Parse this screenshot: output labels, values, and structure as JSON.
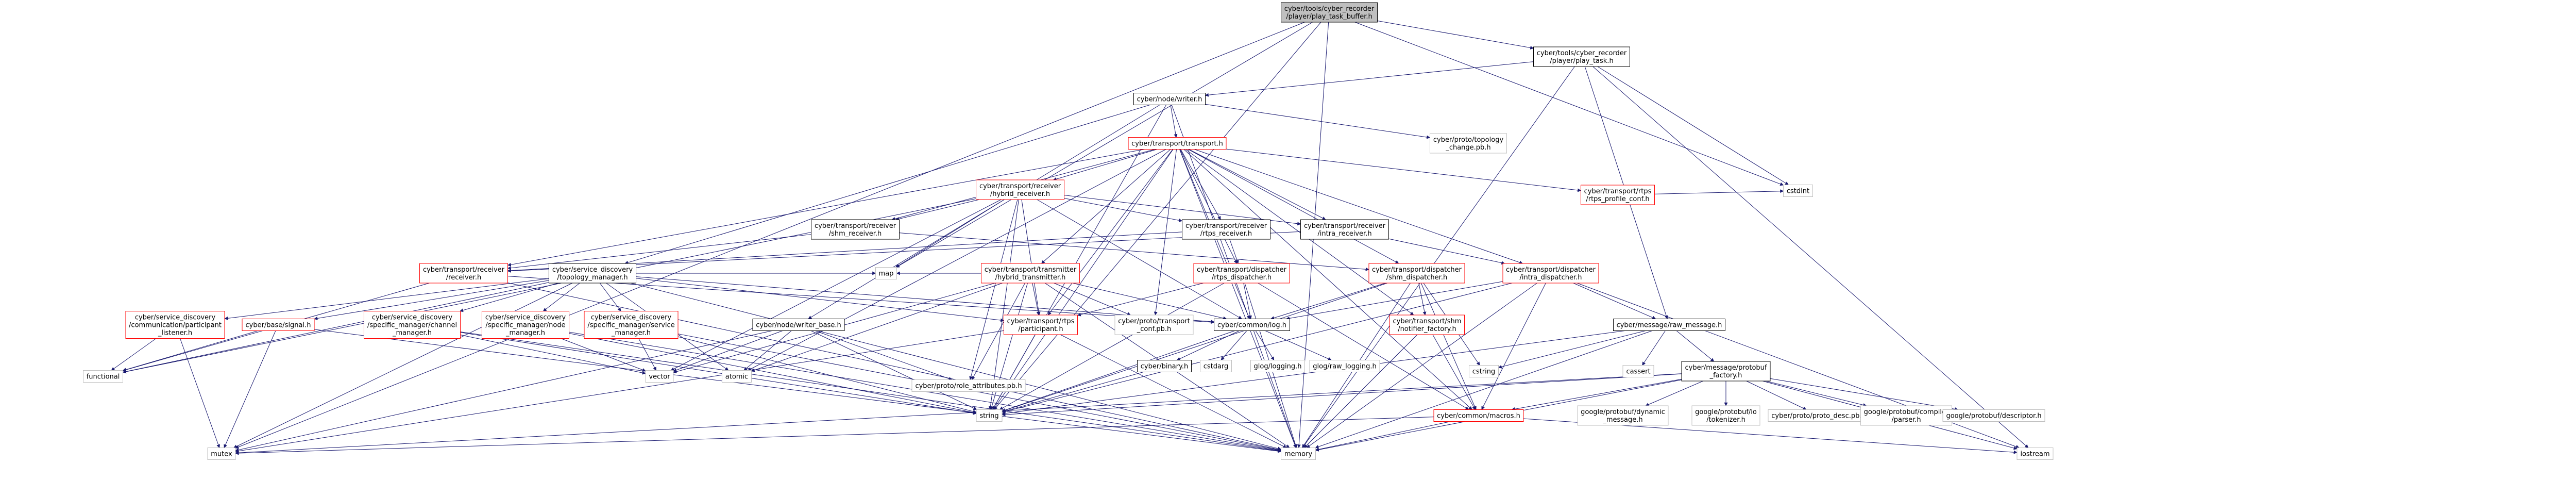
{
  "graph": {
    "root": "n0",
    "nodes": [
      {
        "id": "n0",
        "lines": [
          "cyber/tools/cyber_recorder",
          "/player/play_task_buffer.h"
        ],
        "style": "root"
      },
      {
        "id": "n1",
        "lines": [
          "cyber/tools/cyber_recorder",
          "/player/play_task.h"
        ],
        "style": "plain"
      },
      {
        "id": "n2",
        "lines": [
          "cyber/node/writer.h"
        ],
        "style": "plain"
      },
      {
        "id": "n3",
        "lines": [
          "cyber/transport/transport.h"
        ],
        "style": "red"
      },
      {
        "id": "n4",
        "lines": [
          "cyber/transport/receiver",
          "/hybrid_receiver.h"
        ],
        "style": "red"
      },
      {
        "id": "n5",
        "lines": [
          "cyber/transport/receiver",
          "/shm_receiver.h"
        ],
        "style": "plain"
      },
      {
        "id": "n6",
        "lines": [
          "cyber/transport/receiver",
          "/rtps_receiver.h"
        ],
        "style": "plain"
      },
      {
        "id": "n7",
        "lines": [
          "cyber/transport/receiver",
          "/intra_receiver.h"
        ],
        "style": "plain"
      },
      {
        "id": "n8",
        "lines": [
          "cyber/transport/rtps",
          "/rtps_profile_conf.h"
        ],
        "style": "red"
      },
      {
        "id": "n9",
        "lines": [
          "cyber/proto/topology",
          "_change.pb.h"
        ],
        "style": "gray"
      },
      {
        "id": "n10",
        "lines": [
          "cyber/transport/receiver",
          "/receiver.h"
        ],
        "style": "red"
      },
      {
        "id": "n11",
        "lines": [
          "cyber/service_discovery",
          "/topology_manager.h"
        ],
        "style": "plain"
      },
      {
        "id": "n12",
        "lines": [
          "cyber/transport/transmitter",
          "/hybrid_transmitter.h"
        ],
        "style": "red"
      },
      {
        "id": "n13",
        "lines": [
          "cyber/transport/dispatcher",
          "/rtps_dispatcher.h"
        ],
        "style": "red"
      },
      {
        "id": "n14",
        "lines": [
          "cyber/transport/dispatcher",
          "/shm_dispatcher.h"
        ],
        "style": "red"
      },
      {
        "id": "n15",
        "lines": [
          "cyber/transport/dispatcher",
          "/intra_dispatcher.h"
        ],
        "style": "red"
      },
      {
        "id": "n16",
        "lines": [
          "cyber/service_discovery",
          "/communication/participant",
          "_listener.h"
        ],
        "style": "red"
      },
      {
        "id": "n17",
        "lines": [
          "cyber/base/signal.h"
        ],
        "style": "red"
      },
      {
        "id": "n18",
        "lines": [
          "cyber/service_discovery",
          "/specific_manager/channel",
          "_manager.h"
        ],
        "style": "red"
      },
      {
        "id": "n19",
        "lines": [
          "cyber/service_discovery",
          "/specific_manager/node",
          "_manager.h"
        ],
        "style": "red"
      },
      {
        "id": "n20",
        "lines": [
          "cyber/service_discovery",
          "/specific_manager/service",
          "_manager.h"
        ],
        "style": "red"
      },
      {
        "id": "n21",
        "lines": [
          "cyber/node/writer_base.h"
        ],
        "style": "plain"
      },
      {
        "id": "n22",
        "lines": [
          "cyber/transport/rtps",
          "/participant.h"
        ],
        "style": "red"
      },
      {
        "id": "n23",
        "lines": [
          "cyber/proto/transport",
          "_conf.pb.h"
        ],
        "style": "gray"
      },
      {
        "id": "n24",
        "lines": [
          "cyber/common/log.h"
        ],
        "style": "plain"
      },
      {
        "id": "n25",
        "lines": [
          "cyber/transport/shm",
          "/notifier_factory.h"
        ],
        "style": "red"
      },
      {
        "id": "n26",
        "lines": [
          "cyber/message/raw_message.h"
        ],
        "style": "plain"
      },
      {
        "id": "n27",
        "lines": [
          "cyber/binary.h"
        ],
        "style": "plain"
      },
      {
        "id": "n28",
        "lines": [
          "cstdarg"
        ],
        "style": "gray"
      },
      {
        "id": "n29",
        "lines": [
          "glog/logging.h"
        ],
        "style": "gray"
      },
      {
        "id": "n30",
        "lines": [
          "glog/raw_logging.h"
        ],
        "style": "gray"
      },
      {
        "id": "n31",
        "lines": [
          "cyber/proto/role_attributes.pb.h"
        ],
        "style": "gray"
      },
      {
        "id": "n32",
        "lines": [
          "cyber/message/protobuf",
          "_factory.h"
        ],
        "style": "plain"
      },
      {
        "id": "n33",
        "lines": [
          "cyber/common/macros.h"
        ],
        "style": "red"
      },
      {
        "id": "n34",
        "lines": [
          "functional"
        ],
        "style": "gray"
      },
      {
        "id": "n35",
        "lines": [
          "vector"
        ],
        "style": "gray"
      },
      {
        "id": "n36",
        "lines": [
          "atomic"
        ],
        "style": "gray"
      },
      {
        "id": "n37",
        "lines": [
          "map"
        ],
        "style": "gray"
      },
      {
        "id": "n38",
        "lines": [
          "string"
        ],
        "style": "gray"
      },
      {
        "id": "n39",
        "lines": [
          "mutex"
        ],
        "style": "gray"
      },
      {
        "id": "n40",
        "lines": [
          "memory"
        ],
        "style": "gray"
      },
      {
        "id": "n41",
        "lines": [
          "cstring"
        ],
        "style": "gray"
      },
      {
        "id": "n42",
        "lines": [
          "cassert"
        ],
        "style": "gray"
      },
      {
        "id": "n43",
        "lines": [
          "google/protobuf/dynamic",
          "_message.h"
        ],
        "style": "gray"
      },
      {
        "id": "n44",
        "lines": [
          "google/protobuf/io",
          "/tokenizer.h"
        ],
        "style": "gray"
      },
      {
        "id": "n45",
        "lines": [
          "cyber/proto/proto_desc.pb.h"
        ],
        "style": "gray"
      },
      {
        "id": "n46",
        "lines": [
          "google/protobuf/compiler",
          "/parser.h"
        ],
        "style": "gray"
      },
      {
        "id": "n47",
        "lines": [
          "google/protobuf/descriptor.h"
        ],
        "style": "gray"
      },
      {
        "id": "n48",
        "lines": [
          "iostream"
        ],
        "style": "gray"
      },
      {
        "id": "n49",
        "lines": [
          "cstdint"
        ],
        "style": "gray"
      }
    ],
    "edges": [
      [
        "n0",
        "n1"
      ],
      [
        "n0",
        "n39"
      ],
      [
        "n0",
        "n38"
      ],
      [
        "n0",
        "n40"
      ],
      [
        "n0",
        "n37"
      ],
      [
        "n0",
        "n49"
      ],
      [
        "n1",
        "n2"
      ],
      [
        "n1",
        "n26"
      ],
      [
        "n1",
        "n40"
      ],
      [
        "n1",
        "n49"
      ],
      [
        "n1",
        "n48"
      ],
      [
        "n2",
        "n3"
      ],
      [
        "n2",
        "n21"
      ],
      [
        "n2",
        "n11"
      ],
      [
        "n2",
        "n9"
      ],
      [
        "n2",
        "n40"
      ],
      [
        "n2",
        "n38"
      ],
      [
        "n3",
        "n4"
      ],
      [
        "n3",
        "n5"
      ],
      [
        "n3",
        "n6"
      ],
      [
        "n3",
        "n7"
      ],
      [
        "n3",
        "n8"
      ],
      [
        "n3",
        "n12"
      ],
      [
        "n3",
        "n13"
      ],
      [
        "n3",
        "n14"
      ],
      [
        "n3",
        "n15"
      ],
      [
        "n3",
        "n10"
      ],
      [
        "n3",
        "n22"
      ],
      [
        "n3",
        "n23"
      ],
      [
        "n3",
        "n24"
      ],
      [
        "n3",
        "n25"
      ],
      [
        "n3",
        "n33"
      ],
      [
        "n3",
        "n36"
      ],
      [
        "n3",
        "n40"
      ],
      [
        "n3",
        "n38"
      ],
      [
        "n4",
        "n5"
      ],
      [
        "n4",
        "n6"
      ],
      [
        "n4",
        "n7"
      ],
      [
        "n4",
        "n22"
      ],
      [
        "n4",
        "n24"
      ],
      [
        "n4",
        "n35"
      ],
      [
        "n4",
        "n37"
      ],
      [
        "n4",
        "n34"
      ],
      [
        "n4",
        "n38"
      ],
      [
        "n4",
        "n31"
      ],
      [
        "n5",
        "n10"
      ],
      [
        "n5",
        "n14"
      ],
      [
        "n6",
        "n10"
      ],
      [
        "n6",
        "n13"
      ],
      [
        "n7",
        "n10"
      ],
      [
        "n7",
        "n15"
      ],
      [
        "n8",
        "n49"
      ],
      [
        "n10",
        "n24"
      ],
      [
        "n10",
        "n34"
      ],
      [
        "n10",
        "n40"
      ],
      [
        "n11",
        "n16"
      ],
      [
        "n11",
        "n17"
      ],
      [
        "n11",
        "n18"
      ],
      [
        "n11",
        "n19"
      ],
      [
        "n11",
        "n20"
      ],
      [
        "n11",
        "n22"
      ],
      [
        "n11",
        "n24"
      ],
      [
        "n11",
        "n36"
      ],
      [
        "n11",
        "n37"
      ],
      [
        "n11",
        "n39"
      ],
      [
        "n11",
        "n40"
      ],
      [
        "n11",
        "n34"
      ],
      [
        "n12",
        "n22"
      ],
      [
        "n12",
        "n24"
      ],
      [
        "n12",
        "n35"
      ],
      [
        "n12",
        "n37"
      ],
      [
        "n12",
        "n36"
      ],
      [
        "n12",
        "n38"
      ],
      [
        "n12",
        "n40"
      ],
      [
        "n12",
        "n23"
      ],
      [
        "n12",
        "n31"
      ],
      [
        "n13",
        "n22"
      ],
      [
        "n13",
        "n24"
      ],
      [
        "n13",
        "n33"
      ],
      [
        "n13",
        "n40"
      ],
      [
        "n13",
        "n38"
      ],
      [
        "n14",
        "n24"
      ],
      [
        "n14",
        "n25"
      ],
      [
        "n14",
        "n33"
      ],
      [
        "n14",
        "n40"
      ],
      [
        "n14",
        "n38"
      ],
      [
        "n14",
        "n41"
      ],
      [
        "n15",
        "n24"
      ],
      [
        "n15",
        "n26"
      ],
      [
        "n15",
        "n33"
      ],
      [
        "n15",
        "n40"
      ],
      [
        "n15",
        "n48"
      ],
      [
        "n15",
        "n38"
      ],
      [
        "n16",
        "n34"
      ],
      [
        "n16",
        "n39"
      ],
      [
        "n17",
        "n34"
      ],
      [
        "n17",
        "n39"
      ],
      [
        "n17",
        "n40"
      ],
      [
        "n18",
        "n35"
      ],
      [
        "n18",
        "n38"
      ],
      [
        "n18",
        "n40"
      ],
      [
        "n19",
        "n35"
      ],
      [
        "n19",
        "n38"
      ],
      [
        "n19",
        "n40"
      ],
      [
        "n20",
        "n35"
      ],
      [
        "n20",
        "n38"
      ],
      [
        "n20",
        "n40"
      ],
      [
        "n21",
        "n36"
      ],
      [
        "n21",
        "n38"
      ],
      [
        "n21",
        "n39"
      ],
      [
        "n21",
        "n31"
      ],
      [
        "n21",
        "n35"
      ],
      [
        "n22",
        "n38"
      ],
      [
        "n22",
        "n39"
      ],
      [
        "n22",
        "n40"
      ],
      [
        "n24",
        "n27"
      ],
      [
        "n24",
        "n28"
      ],
      [
        "n24",
        "n29"
      ],
      [
        "n24",
        "n30"
      ],
      [
        "n24",
        "n38"
      ],
      [
        "n25",
        "n33"
      ],
      [
        "n25",
        "n40"
      ],
      [
        "n26",
        "n32"
      ],
      [
        "n26",
        "n41"
      ],
      [
        "n26",
        "n42"
      ],
      [
        "n26",
        "n38"
      ],
      [
        "n26",
        "n40"
      ],
      [
        "n27",
        "n38"
      ],
      [
        "n32",
        "n33"
      ],
      [
        "n32",
        "n43"
      ],
      [
        "n32",
        "n44"
      ],
      [
        "n32",
        "n45"
      ],
      [
        "n32",
        "n46"
      ],
      [
        "n32",
        "n47"
      ],
      [
        "n32",
        "n39"
      ],
      [
        "n32",
        "n40"
      ],
      [
        "n32",
        "n38"
      ],
      [
        "n32",
        "n48"
      ],
      [
        "n33",
        "n39"
      ],
      [
        "n33",
        "n40"
      ],
      [
        "n33",
        "n48"
      ]
    ]
  },
  "colors": {
    "root_fill": "#bfbfbf",
    "node_fill": "#ffffff",
    "plain_border": "#000000",
    "red_border": "#ff0000",
    "gray_border": "#bfbfbf",
    "edge": "#191970",
    "text": "#000000"
  }
}
